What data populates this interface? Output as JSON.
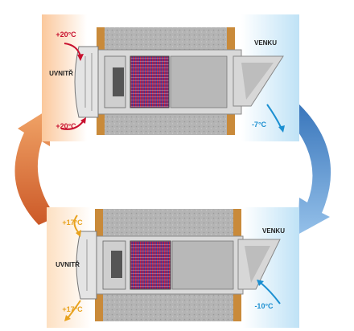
{
  "colors": {
    "warm": "#c8102e",
    "cold": "#1b8fd1",
    "cycle_warm": "#e07a35",
    "cycle_cold": "#4b8fd0",
    "inside_bg": "#fcd6b5",
    "outside_bg": "#cfe9f8"
  },
  "top_unit": {
    "inside_label": "UVNITŘ",
    "outside_label": "VENKU",
    "temp_in_top": "+20°C",
    "temp_in_bottom": "+20°C",
    "temp_out": "-7°C",
    "inside_color": "#c8102e",
    "outside_color": "#1b8fd1"
  },
  "bottom_unit": {
    "inside_label": "UVNITŘ",
    "outside_label": "VENKU",
    "temp_in_top": "+17°C",
    "temp_in_bottom": "+17°C",
    "temp_out": "-10°C",
    "inside_color": "#e8a21e",
    "outside_color": "#1b8fd1"
  },
  "icons": [
    "curved-arrow-icon",
    "cycle-arrow-icon"
  ]
}
